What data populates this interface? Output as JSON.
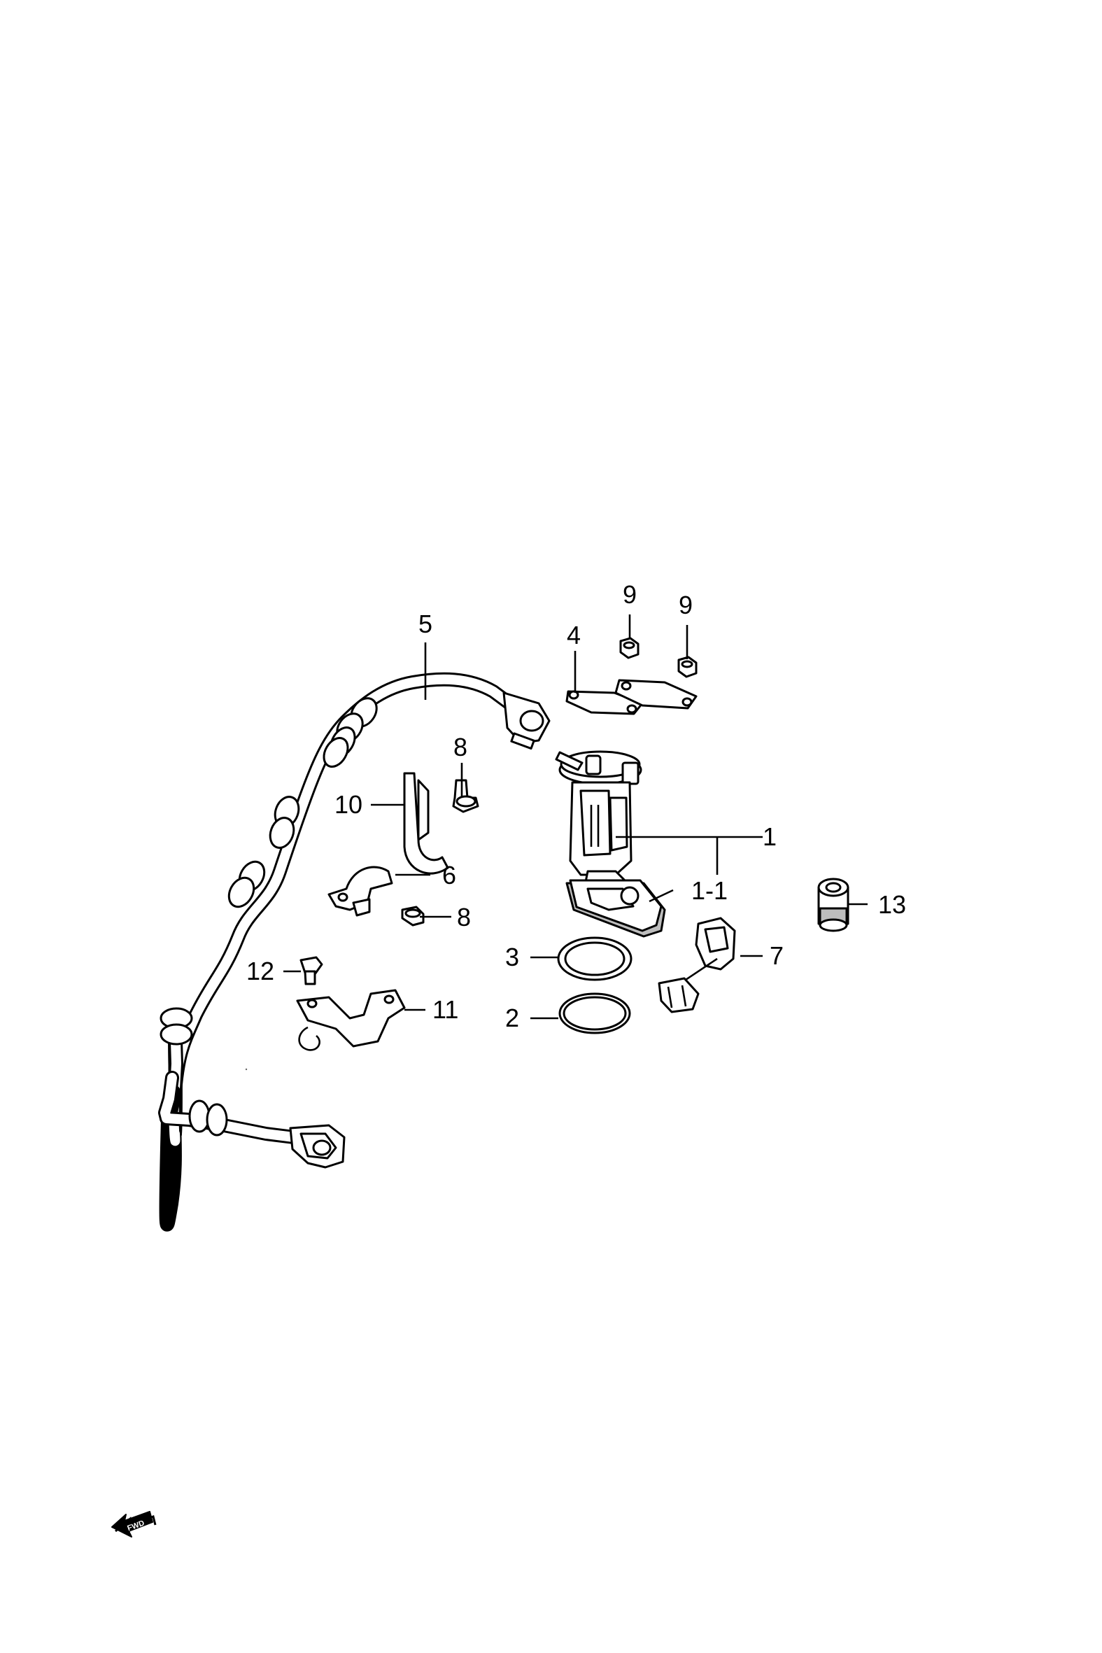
{
  "diagram": {
    "callouts": {
      "c1": "1",
      "c1_1": "1-1",
      "c2": "2",
      "c3": "3",
      "c4": "4",
      "c5": "5",
      "c6": "6",
      "c7": "7",
      "c8a": "8",
      "c8b": "8",
      "c9a": "9",
      "c9b": "9",
      "c10": "10",
      "c11": "11",
      "c12": "12",
      "c13": "13"
    },
    "fwd_label": "FWD"
  }
}
